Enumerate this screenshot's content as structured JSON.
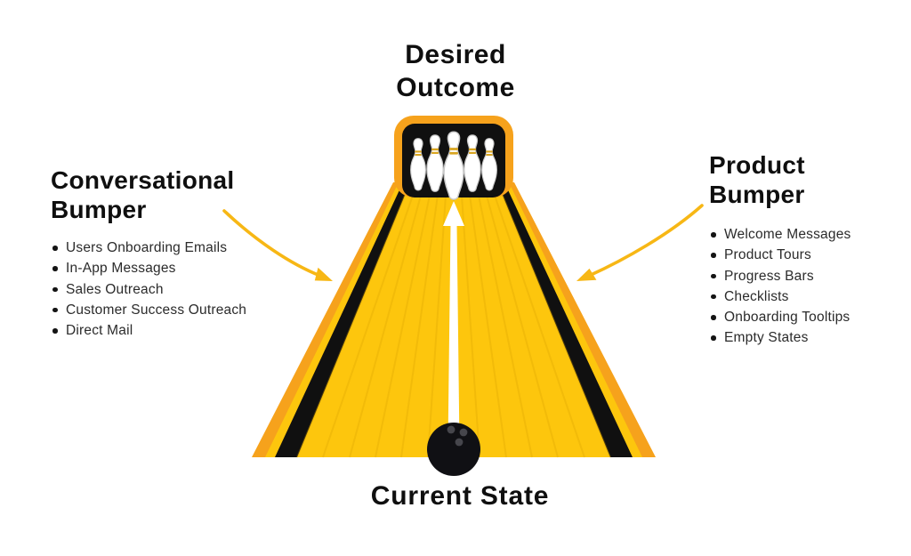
{
  "labels": {
    "desired_outcome": "Desired Outcome",
    "current_state": "Current State"
  },
  "left_panel": {
    "heading": "Conversational Bumper",
    "items": [
      "Users Onboarding Emails",
      "In-App Messages",
      "Sales Outreach",
      "Customer Success Outreach",
      "Direct Mail"
    ]
  },
  "right_panel": {
    "heading": "Product Bumper",
    "items": [
      "Welcome Messages",
      "Product Tours",
      "Progress Bars",
      "Checklists",
      "Onboarding Tooltips",
      "Empty States"
    ]
  },
  "icons": {
    "lane": "bowling-lane",
    "pins": "bowling-pins-icon",
    "ball": "bowling-ball-icon",
    "up_arrow": "up-arrow-icon",
    "left_arrow": "curved-arrow-icon",
    "right_arrow": "curved-arrow-icon"
  },
  "colors": {
    "background": "#FFFFFF",
    "lane_yellow": "#FDC60D",
    "lane_stripe": "#D79E00",
    "bumper_black": "#101010",
    "edge_orange": "#F6A21C",
    "arrow_yellow": "#F7B715",
    "white_arrow": "#FFFFFF",
    "pin_white": "#FFFFFF",
    "pin_outline": "#C9C9C9",
    "pin_stripe_gold": "#D9A520",
    "ball_black": "#101014",
    "ball_holes": "#46464C",
    "text_black": "#0F0F0F"
  }
}
